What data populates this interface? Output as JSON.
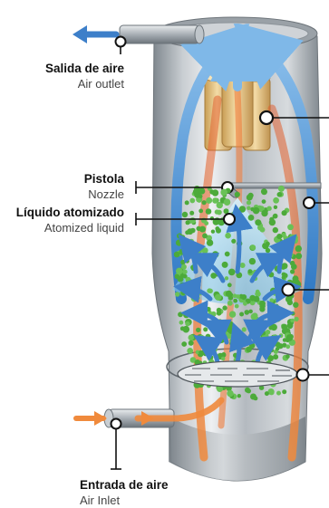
{
  "labels": {
    "air_outlet": {
      "es": "Salida de aire",
      "en": "Air outlet"
    },
    "nozzle": {
      "es": "Pistola",
      "en": "Nozzle"
    },
    "atomized_liquid": {
      "es": "Líquido atomizado",
      "en": "Atomized liquid"
    },
    "air_inlet": {
      "es": "Entrada de aire",
      "en": "Air Inlet"
    }
  },
  "colors": {
    "vessel_steel": "#b9bfc4",
    "air_flow_blue": "#3d7fc9",
    "hot_air_orange": "#e8772e",
    "spray_cone": "#9fd3ee",
    "particle_green": "#4caa3a",
    "filter_tan": "#e3c07a",
    "callout_black": "#111111"
  },
  "icons": [
    "outlet-pipe-icon",
    "inlet-pipe-icon",
    "filter-bags-icon",
    "nozzle-icon",
    "fluid-bed-icon"
  ]
}
